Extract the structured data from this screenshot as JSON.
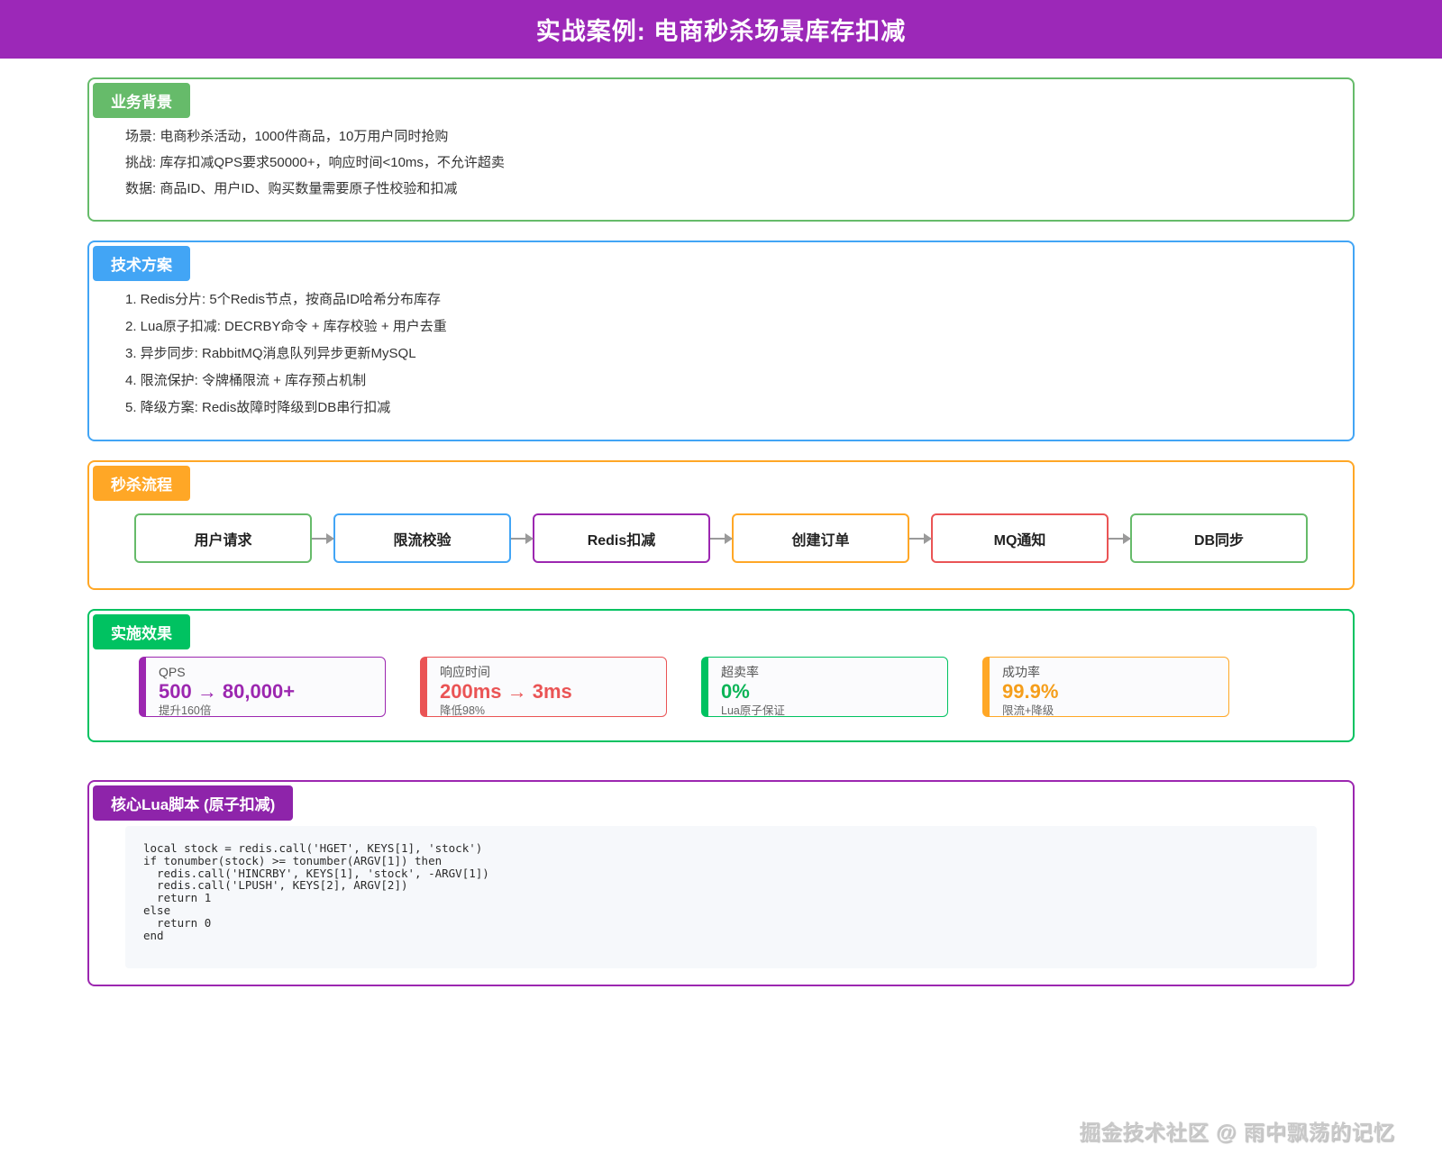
{
  "header": {
    "title": "实战案例: 电商秒杀场景库存扣减"
  },
  "sections": {
    "background": {
      "label": "业务背景",
      "lines": [
        "场景: 电商秒杀活动，1000件商品，10万用户同时抢购",
        "挑战: 库存扣减QPS要求50000+，响应时间<10ms，不允许超卖",
        "数据: 商品ID、用户ID、购买数量需要原子性校验和扣减"
      ]
    },
    "solution": {
      "label": "技术方案",
      "items": [
        "1. Redis分片: 5个Redis节点，按商品ID哈希分布库存",
        "2. Lua原子扣减: DECRBY命令 + 库存校验 + 用户去重",
        "3. 异步同步: RabbitMQ消息队列异步更新MySQL",
        "4. 限流保护: 令牌桶限流 + 库存预占机制",
        "5. 降级方案: Redis故障时降级到DB串行扣减"
      ]
    },
    "flow": {
      "label": "秒杀流程",
      "steps": [
        {
          "label": "用户请求",
          "color": "#66BB6A"
        },
        {
          "label": "限流校验",
          "color": "#42A5F5"
        },
        {
          "label": "Redis扣减",
          "color": "#9C27B0"
        },
        {
          "label": "创建订单",
          "color": "#FFA726"
        },
        {
          "label": "MQ通知",
          "color": "#EA5455"
        },
        {
          "label": "DB同步",
          "color": "#66BB6A"
        }
      ]
    },
    "results": {
      "label": "实施效果",
      "cards": [
        {
          "title": "QPS",
          "value": "500 → 80,000+",
          "note": "提升160倍",
          "color": "#9C27B0"
        },
        {
          "title": "响应时间",
          "value": "200ms → 3ms",
          "note": "降低98%",
          "color": "#EA5455"
        },
        {
          "title": "超卖率",
          "value": "0%",
          "note": "Lua原子保证",
          "color": "#00C261"
        },
        {
          "title": "成功率",
          "value": "99.9%",
          "note": "限流+降级",
          "color": "#FFA726"
        }
      ]
    },
    "lua": {
      "label": "核心Lua脚本 (原子扣减)",
      "code": "local stock = redis.call('HGET', KEYS[1], 'stock')\nif tonumber(stock) >= tonumber(ARGV[1]) then\n  redis.call('HINCRBY', KEYS[1], 'stock', -ARGV[1])\n  redis.call('LPUSH', KEYS[2], ARGV[2])\n  return 1\nelse\n  return 0\nend"
    }
  },
  "watermark": "掘金技术社区 @ 雨中飘荡的记忆",
  "colors": {
    "header_bg": "#9C28B8",
    "green": "#66BB6A",
    "blue": "#42A5F5",
    "orange": "#FFA726",
    "emerald": "#00C261",
    "purple": "#9C27B0",
    "red": "#EA5455",
    "code_bg": "#F6F8FB",
    "arrow_gray": "#9a9a9a"
  }
}
